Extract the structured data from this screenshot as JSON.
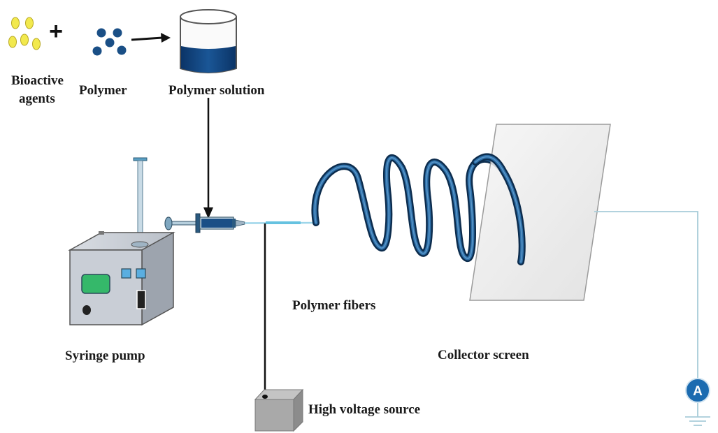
{
  "labels": {
    "bioactive_line1": "Bioactive",
    "bioactive_line2": "agents",
    "plus": "+",
    "polymer": "Polymer",
    "polymer_solution": "Polymer solution",
    "syringe_pump": "Syringe pump",
    "polymer_fibers": "Polymer fibers",
    "collector_screen": "Collector screen",
    "high_voltage_source": "High voltage source",
    "ammeter": "A"
  },
  "colors": {
    "bioactive_agent": "#f2e94e",
    "polymer_dot": "#1a4f86",
    "solution": "#0f3d75",
    "fiber": "#16446f",
    "pump_body": "#c9ced6",
    "pump_screen": "#35b86a",
    "pump_button": "#5aaee0",
    "wire": "#a8ccd9",
    "collector": "#eeeeee",
    "voltage_box": "#a9a9a9",
    "ammeter": "#1b6bb0"
  }
}
